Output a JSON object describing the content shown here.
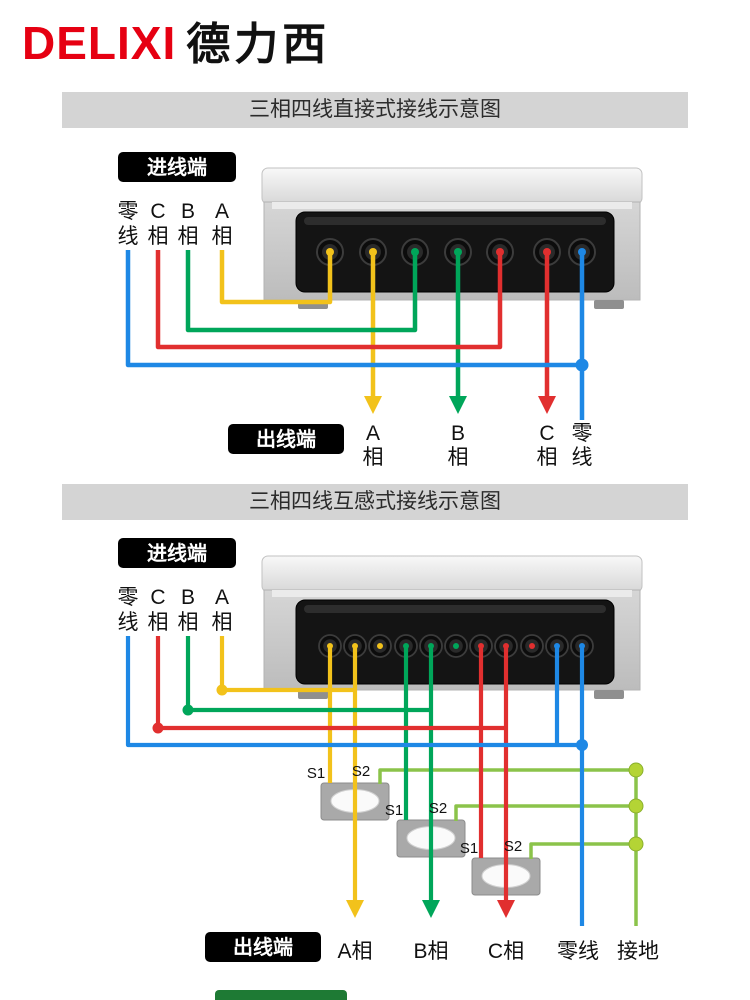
{
  "brand": {
    "logo_en": "DELIXI",
    "logo_cn": "德力西"
  },
  "sections": {
    "direct": {
      "title": "三相四线直接式接线示意图",
      "incoming_label": "进线端",
      "outgoing_label": "出线端",
      "incoming": [
        {
          "line1": "零",
          "line2": "线"
        },
        {
          "line1": "C",
          "line2": "相"
        },
        {
          "line1": "B",
          "line2": "相"
        },
        {
          "line1": "A",
          "line2": "相"
        }
      ],
      "outgoing": [
        {
          "line1": "A",
          "line2": "相"
        },
        {
          "line1": "B",
          "line2": "相"
        },
        {
          "line1": "C",
          "line2": "相"
        },
        {
          "line1": "零",
          "line2": "线"
        }
      ]
    },
    "ct": {
      "title": "三相四线互感式接线示意图",
      "incoming_label": "进线端",
      "outgoing_label": "出线端",
      "incoming": [
        {
          "line1": "零",
          "line2": "线"
        },
        {
          "line1": "C",
          "line2": "相"
        },
        {
          "line1": "B",
          "line2": "相"
        },
        {
          "line1": "A",
          "line2": "相"
        }
      ],
      "ct_labels": {
        "s1": "S1",
        "s2": "S2"
      },
      "outgoing": [
        "A相",
        "B相",
        "C相",
        "零线",
        "接地"
      ]
    }
  },
  "colors": {
    "brand_red": "#e60012",
    "phase_a_yellow": "#f2c21b",
    "phase_b_green": "#00a65a",
    "phase_c_red": "#e12f2f",
    "neutral_blue": "#1e88e5",
    "ground_green": "#8bc34a",
    "ground_dot": "#b4d435"
  }
}
